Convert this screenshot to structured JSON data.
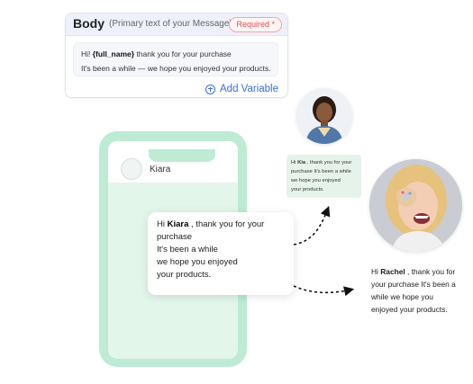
{
  "body_editor": {
    "title": "Body",
    "subtitle": "(Primary text of your Message)",
    "required_badge": "Required *",
    "message_greeting": "Hi! ",
    "message_variable": "{full_name}",
    "message_line1_rest": " thank you for your purchase",
    "message_line2": "It's been a while — we hope you enjoyed your products.",
    "add_variable_label": "Add Variable"
  },
  "phone": {
    "contact_name": "Kiara"
  },
  "bubble": {
    "greeting": "Hi ",
    "name": "Kiara",
    "line1_rest": " , thank you for your",
    "line2": "purchase",
    "line3": "It's been a while",
    "line4": "we hope you enjoyed",
    "line5": "your products."
  },
  "recipient_1": {
    "greeting": "Hi ",
    "name": "Kia",
    "line1_rest": " , thank you for your",
    "line2": "purchase It's been a while",
    "line3": "we hope you  enjoyed",
    "line4": "your products."
  },
  "recipient_2": {
    "greeting": "Hi ",
    "name": "Rachel",
    "line1_rest": " , thank you for",
    "line2": "your purchase It's been a",
    "line3": "while we hope you",
    "line4": "enjoyed your products."
  },
  "colors": {
    "phone_body": "#bdebd3",
    "phone_screen": "#e2f6ea",
    "accent_blue": "#3b6fd8",
    "required_red": "#e14d4d"
  }
}
